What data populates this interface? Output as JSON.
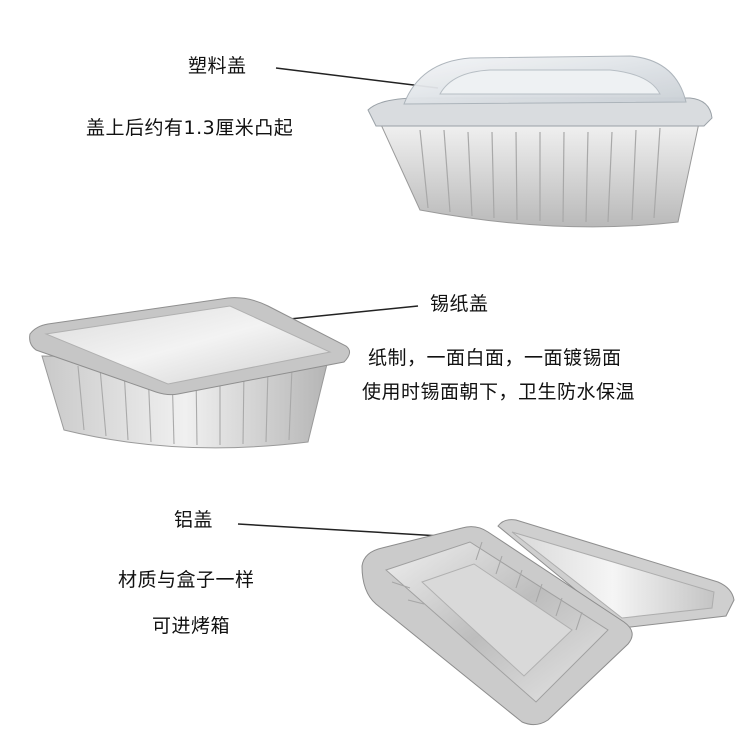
{
  "sections": [
    {
      "id": "plastic-lid",
      "title": "塑料盖",
      "lines": [
        "盖上后约有1.3厘米凸起"
      ]
    },
    {
      "id": "foil-paper-lid",
      "title": "锡纸盖",
      "lines": [
        "纸制，一面白面，一面镀锡面",
        "使用时锡面朝下，卫生防水保温"
      ]
    },
    {
      "id": "aluminum-lid",
      "title": "铝盖",
      "lines": [
        "材质与盒子一样",
        "可进烤箱"
      ]
    }
  ],
  "colors": {
    "text": "#111111",
    "leader_line": "#222222",
    "foil_light": "#eeeeee",
    "foil_mid": "#c8c8c8",
    "foil_dark": "#9a9a9a",
    "plastic": "#dfe4e8"
  }
}
